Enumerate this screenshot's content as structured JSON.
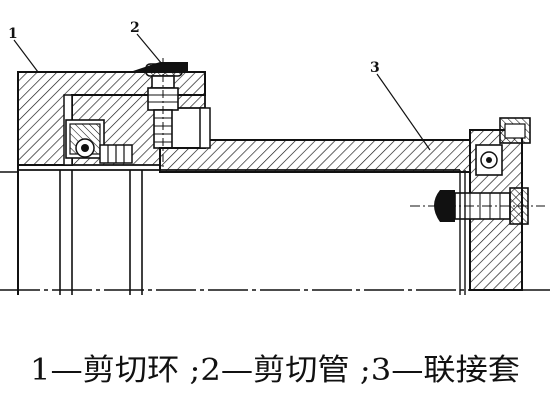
{
  "figure": {
    "callouts": [
      {
        "id": "1",
        "label": "1"
      },
      {
        "id": "2",
        "label": "2"
      },
      {
        "id": "3",
        "label": "3"
      }
    ],
    "caption": "1—剪切环 ;2—剪切管 ;3—联接套"
  }
}
